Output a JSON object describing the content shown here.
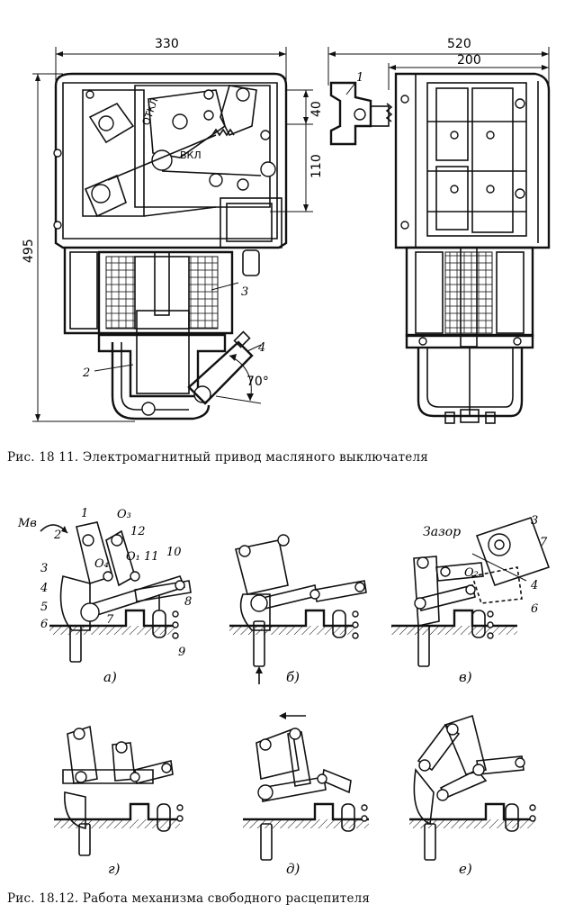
{
  "figure_1": {
    "dimensions": {
      "width_left": "330",
      "width_right": "520",
      "width_right_inner": "200",
      "height_total": "495",
      "dim_40": "40",
      "dim_110": "110",
      "angle": "70°"
    },
    "callouts": {
      "n1": "1",
      "n2": "2",
      "n3": "3",
      "n4": "4"
    },
    "text_otkl": "ОТКЛ",
    "text_vkl": "ВКЛ",
    "caption": "Рис. 18 11. Электромагнитный привод масляного выключателя"
  },
  "figure_2": {
    "moment_label": "Мв",
    "gap_label": "Зазор",
    "callouts_a": {
      "p1": "1",
      "p2": "2",
      "p3": "3",
      "p4": "4",
      "p5": "5",
      "p6": "6",
      "p7": "7",
      "p8": "8",
      "p9": "9",
      "p10": "10",
      "p11": "11",
      "p12": "12",
      "o1": "O₁",
      "o3": "O₃",
      "o4": "O₄"
    },
    "callouts_v": {
      "p3": "3",
      "p7": "7",
      "p4": "4",
      "p6": "6",
      "o2": "O₂"
    },
    "subfigs": [
      "а)",
      "б)",
      "в)",
      "г)",
      "д)",
      "е)"
    ],
    "caption": "Рис. 18.12. Работа механизма свободного расцепителя"
  }
}
